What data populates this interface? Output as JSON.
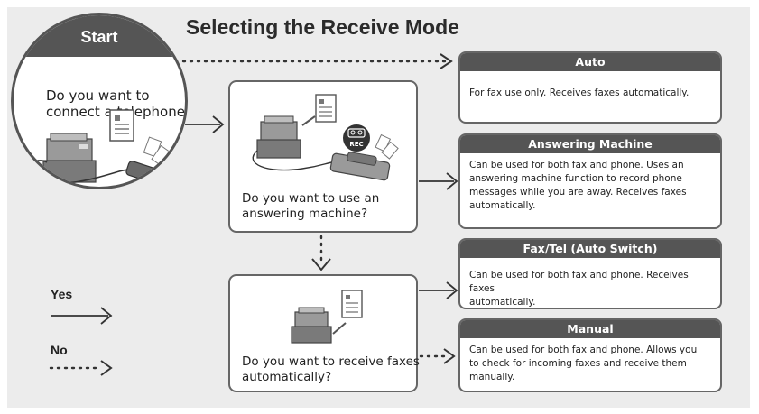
{
  "title": "Selecting the Receive Mode",
  "start": {
    "label": "Start",
    "question_line1": "Do you want to",
    "question_line2": "connect a telephone?"
  },
  "question_answering": {
    "line1": "Do you want to use an",
    "line2": "answering machine?"
  },
  "question_receive": {
    "line1": "Do you want to receive faxes",
    "line2": "automatically?"
  },
  "rec_badge": "REC",
  "modes": [
    {
      "title": "Auto",
      "lines": [
        "For fax use only. Receives faxes automatically."
      ]
    },
    {
      "title": "Answering Machine",
      "lines": [
        "Can be used for both fax and phone. Uses an",
        "answering machine function to record phone",
        "messages while you are away. Receives faxes",
        "automatically."
      ]
    },
    {
      "title": "Fax/Tel (Auto Switch)",
      "lines": [
        "Can be used for both fax and phone. Receives faxes",
        "automatically."
      ]
    },
    {
      "title": "Manual",
      "lines": [
        "Can be used for both fax and phone. Allows you",
        "to check for incoming faxes and receive them",
        "manually."
      ]
    }
  ],
  "legend": {
    "yes": "Yes",
    "no": "No"
  },
  "colors": {
    "panel": "#ececec",
    "header": "#555555",
    "border": "#666666"
  }
}
